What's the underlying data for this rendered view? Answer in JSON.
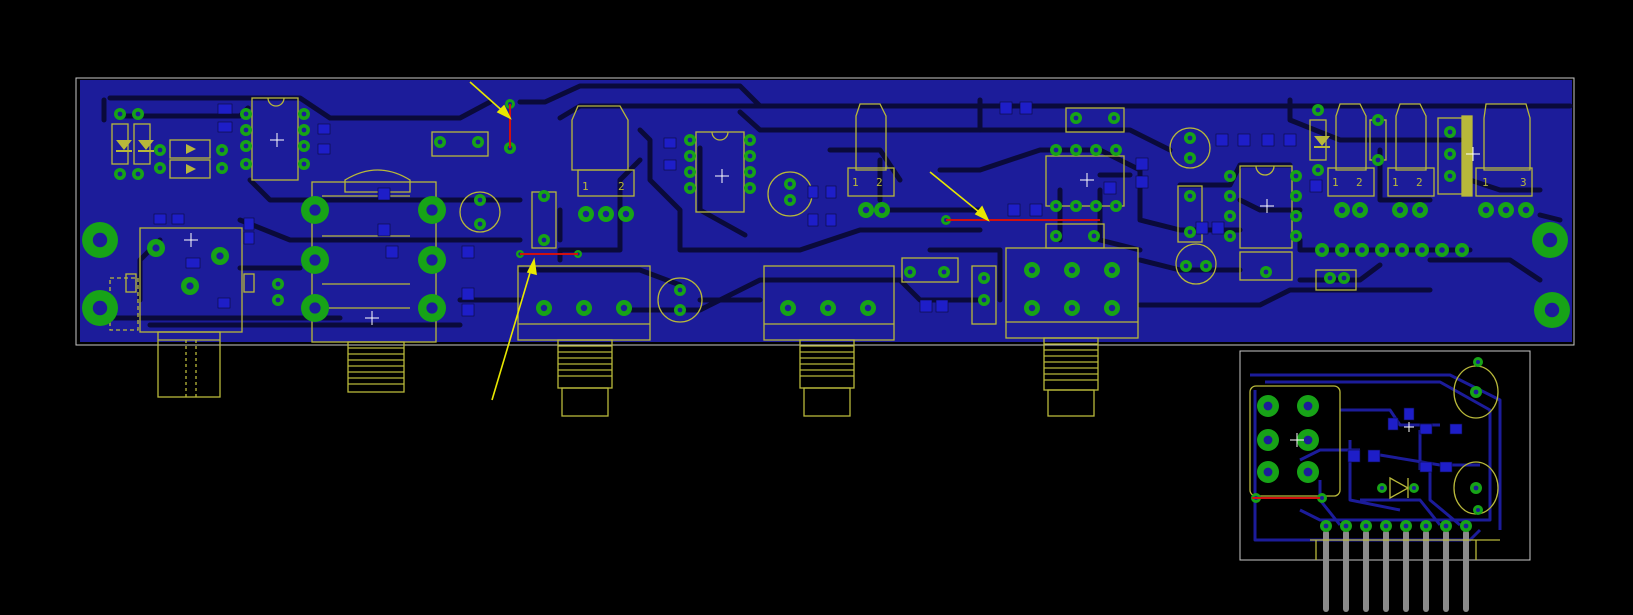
{
  "colors": {
    "background": "#000000",
    "board_outline": "#c8c8c8",
    "copper_bottom": "#1c1c9a",
    "trace": "#0a0a3a",
    "pad_ring": "#17a317",
    "silkscreen": "#b8b83a",
    "connector_pin": "#8a8a8a",
    "airwire": "#d01010",
    "annotation_arrow": "#e8e800"
  },
  "silk_labels": {
    "pot1": {
      "a": "1",
      "b": "2"
    },
    "pot2": {
      "a": "1",
      "b": "2"
    },
    "pot3": {
      "a": "1",
      "b": "2"
    },
    "pot4": {
      "a": "1",
      "b": "2"
    },
    "pot5": {
      "a": "1",
      "b": "3"
    }
  }
}
